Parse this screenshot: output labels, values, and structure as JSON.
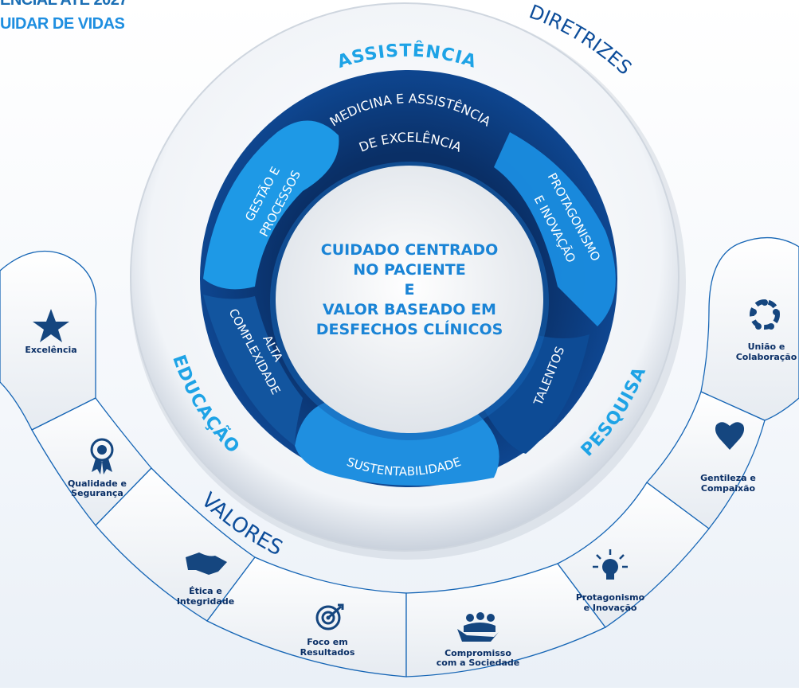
{
  "heading": {
    "cut_line": "ENCIAL ATÉ 2027",
    "subline": "UIDAR DE VIDAS"
  },
  "arcs": {
    "diretrizes": "DIRETRIZES",
    "valores": "VALORES",
    "assistencia": "ASSISTÊNCIA",
    "educacao": "EDUCAÇÃO",
    "pesquisa": "PESQUISA"
  },
  "ring_segments": {
    "medicina_l1": "MEDICINA E ASSISTÊNCIA",
    "medicina_l2": "DE EXCELÊNCIA",
    "protagonismo_l1": "PROTAGONISMO",
    "protagonismo_l2": "E INOVAÇÃO",
    "talentos": "TALENTOS",
    "sustentabilidade": "SUSTENTABILIDADE",
    "alta_l1": "ALTA",
    "alta_l2": "COMPLEXIDADE",
    "gestao_l1": "GESTÃO E",
    "gestao_l2": "PROCESSOS"
  },
  "center": {
    "line1": "CUIDADO CENTRADO",
    "line2": "NO PACIENTE",
    "line3": "E",
    "line4": "VALOR BASEADO EM",
    "line5": "DESFECHOS CLÍNICOS"
  },
  "values": {
    "excelencia": "Excelência",
    "qualidade_l1": "Qualidade e",
    "qualidade_l2": "Segurança",
    "etica_l1": "Ética e",
    "etica_l2": "Integridade",
    "foco_l1": "Foco em",
    "foco_l2": "Resultados",
    "compromisso_l1": "Compromisso",
    "compromisso_l2": "com a Sociedade",
    "protagonismo_l1": "Protagonismo",
    "protagonismo_l2": "e Inovação",
    "gentileza_l1": "Gentileza e",
    "gentileza_l2": "Compaixão",
    "uniao_l1": "União e",
    "uniao_l2": "Colaboração"
  },
  "colors": {
    "navy": "#0c3f7f",
    "blue": "#1565b5",
    "light_blue": "#1ea3e6",
    "arc_text": "#0d4d9a",
    "icon": "#15467f"
  }
}
